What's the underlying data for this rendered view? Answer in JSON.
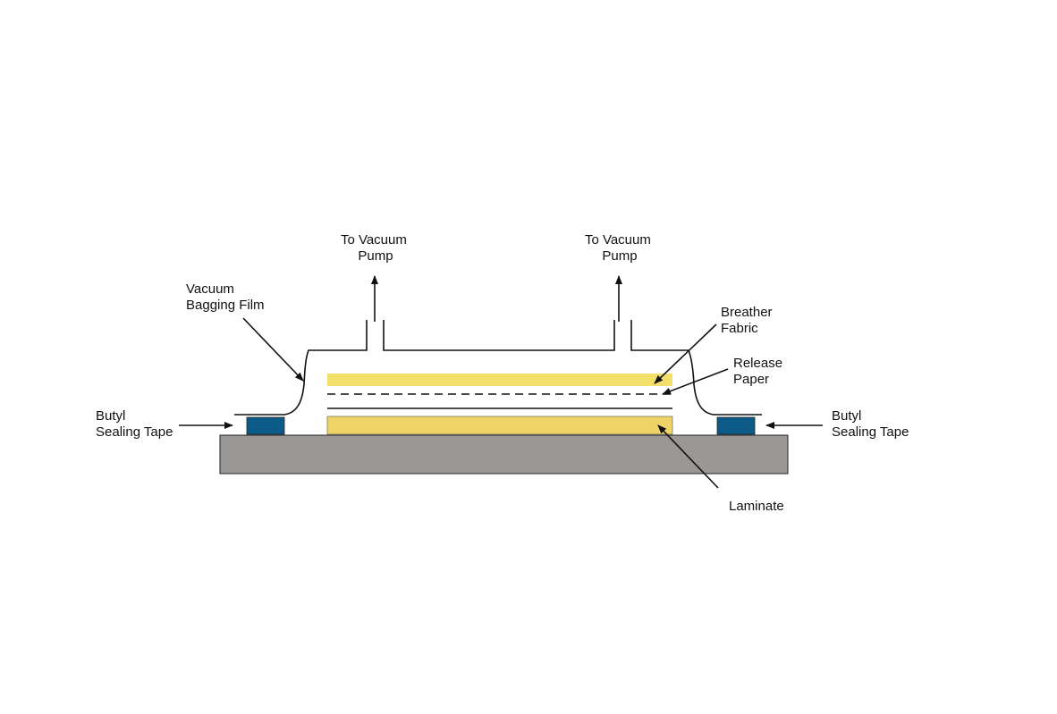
{
  "labels": {
    "vacuum_pump_left": [
      "To Vacuum",
      "Pump"
    ],
    "vacuum_pump_right": [
      "To Vacuum",
      "Pump"
    ],
    "vacuum_bagging_film": [
      "Vacuum",
      "Bagging Film"
    ],
    "breather_fabric": [
      "Breather",
      "Fabric"
    ],
    "release_paper": [
      "Release",
      "Paper"
    ],
    "butyl_left": [
      "Butyl",
      "Sealing Tape"
    ],
    "butyl_right": [
      "Butyl",
      "Sealing Tape"
    ],
    "laminate": "Laminate"
  },
  "colors": {
    "tool_plate": "#9a9896",
    "sealing_tape": "#0b5a87",
    "breather_fabric": "#f3e06a",
    "laminate": "#eed466",
    "line": "#111111"
  }
}
